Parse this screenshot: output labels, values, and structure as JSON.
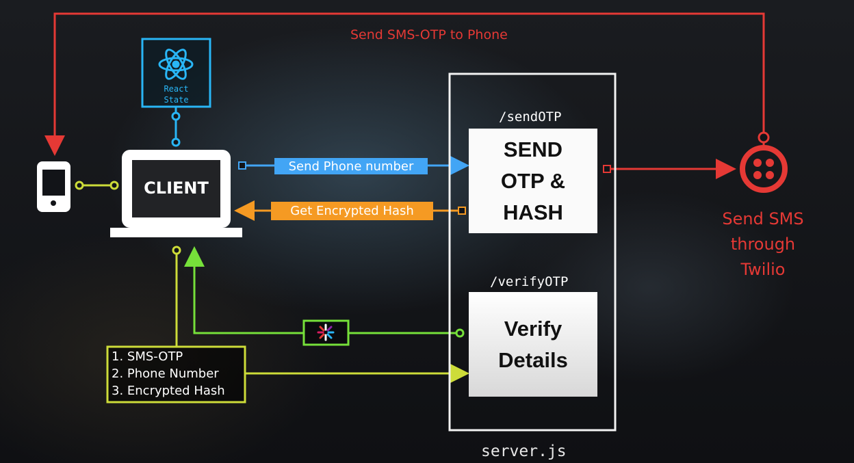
{
  "top_label": "Send SMS-OTP to Phone",
  "react_box": {
    "line1": "React",
    "line2": "State"
  },
  "client_label": "CLIENT",
  "arrows": {
    "send_phone": "Send Phone number",
    "get_hash": "Get Encrypted Hash"
  },
  "server": {
    "filename": "server.js",
    "send_route": "/sendOTP",
    "send_box": [
      "SEND",
      "OTP &",
      "HASH"
    ],
    "verify_route": "/verifyOTP",
    "verify_box": [
      "Verify",
      "Details"
    ]
  },
  "twilio_label": [
    "Send SMS",
    "through",
    "Twilio"
  ],
  "payload_list": [
    "1. SMS-OTP",
    "2. Phone Number",
    "3. Encrypted Hash"
  ],
  "colors": {
    "red": "#e53935",
    "blue": "#42a5f5",
    "orange": "#f59a23",
    "green": "#76e03a",
    "yellow": "#cddc39",
    "cyan": "#29b6f6"
  },
  "icons": [
    "phone-icon",
    "react-icon",
    "laptop-icon",
    "twilio-icon",
    "jwt-icon"
  ]
}
